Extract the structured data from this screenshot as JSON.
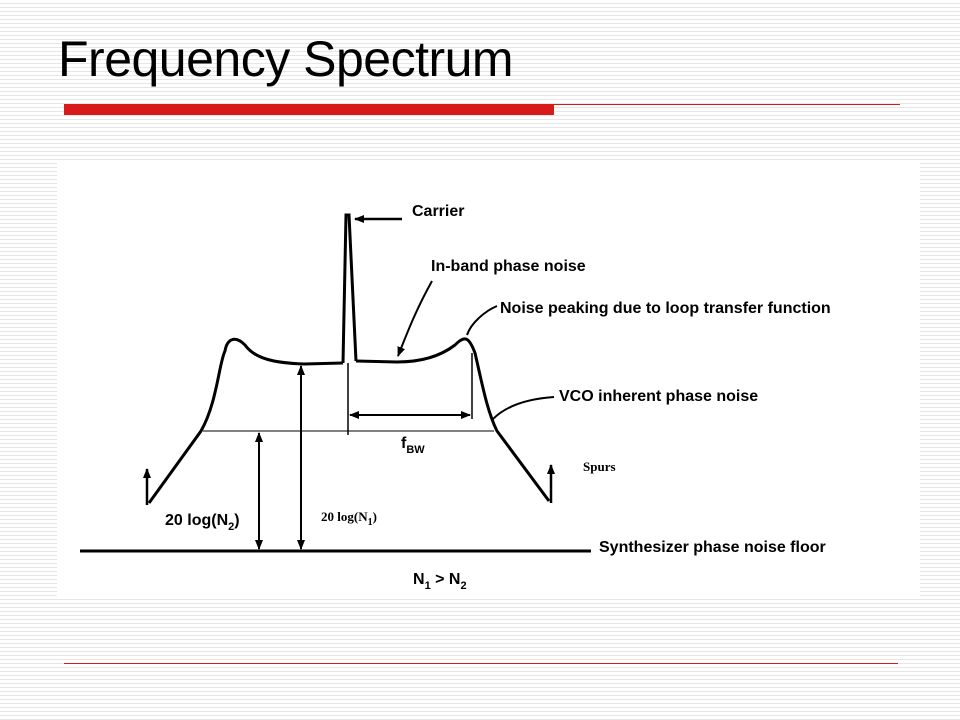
{
  "slide": {
    "title": "Frequency Spectrum",
    "accent_color": "#d91a1a"
  },
  "diagram": {
    "labels": {
      "carrier": "Carrier",
      "in_band": "In-band phase noise",
      "noise_peaking": "Noise peaking due to loop transfer function",
      "vco": "VCO inherent phase noise",
      "spurs": "Spurs",
      "f_bw_main": "f",
      "f_bw_sub": "BW",
      "log_n2_pre": "20 log(N",
      "log_n2_sub": "2",
      "log_n2_post": ")",
      "log_n1_pre": "20 log(N",
      "log_n1_sub": "1",
      "log_n1_post": ")",
      "floor": "Synthesizer phase noise floor",
      "rel_n1": "N",
      "rel_n1_sub": "1",
      "rel_gt": " > N",
      "rel_n2_sub": "2"
    }
  }
}
